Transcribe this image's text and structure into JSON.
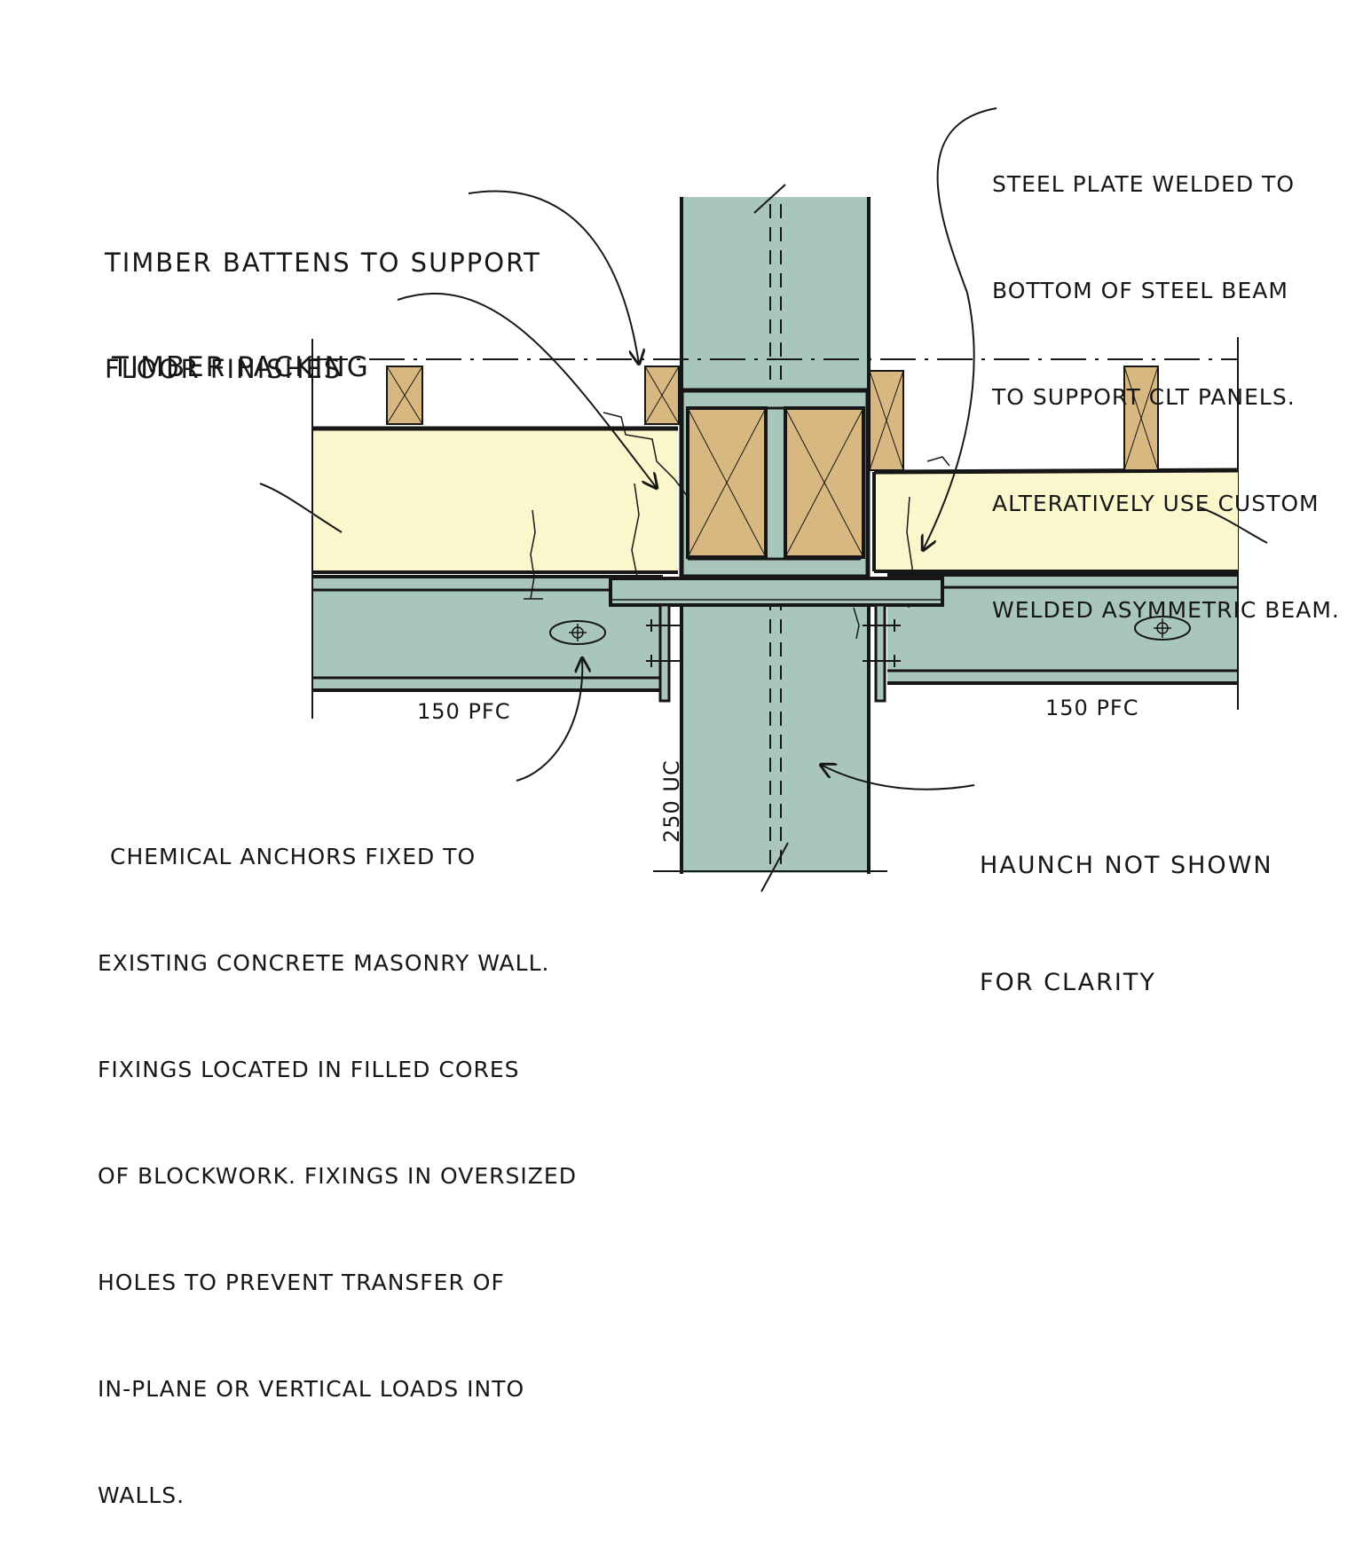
{
  "colors": {
    "steel": "#a9c6bd",
    "clt_panel": "#fbf7cc",
    "timber": "#d8b880",
    "ink": "#161616"
  },
  "annotations": {
    "timber_battens": [
      "TIMBER BATTENS TO SUPPORT",
      "FLOOR FINISHES"
    ],
    "timber_packing": [
      "TIMBER PACKING"
    ],
    "steel_plate": [
      "STEEL PLATE WELDED TO",
      "BOTTOM OF STEEL BEAM",
      "TO SUPPORT CLT PANELS.",
      "ALTERATIVELY USE CUSTOM",
      "WELDED ASYMMETRIC BEAM."
    ],
    "chemical_anchors": [
      "CHEMICAL ANCHORS FIXED TO",
      "EXISTING CONCRETE MASONRY WALL.",
      "FIXINGS LOCATED IN FILLED CORES",
      "OF BLOCKWORK. FIXINGS IN OVERSIZED",
      "HOLES TO PREVENT TRANSFER OF",
      "IN-PLANE OR VERTICAL LOADS INTO",
      "WALLS."
    ],
    "haunch": [
      "HAUNCH NOT SHOWN",
      "FOR CLARITY"
    ]
  },
  "dimensions": {
    "pfc_left": "150 PFC",
    "pfc_right": "150 PFC",
    "column": "250 UC"
  }
}
